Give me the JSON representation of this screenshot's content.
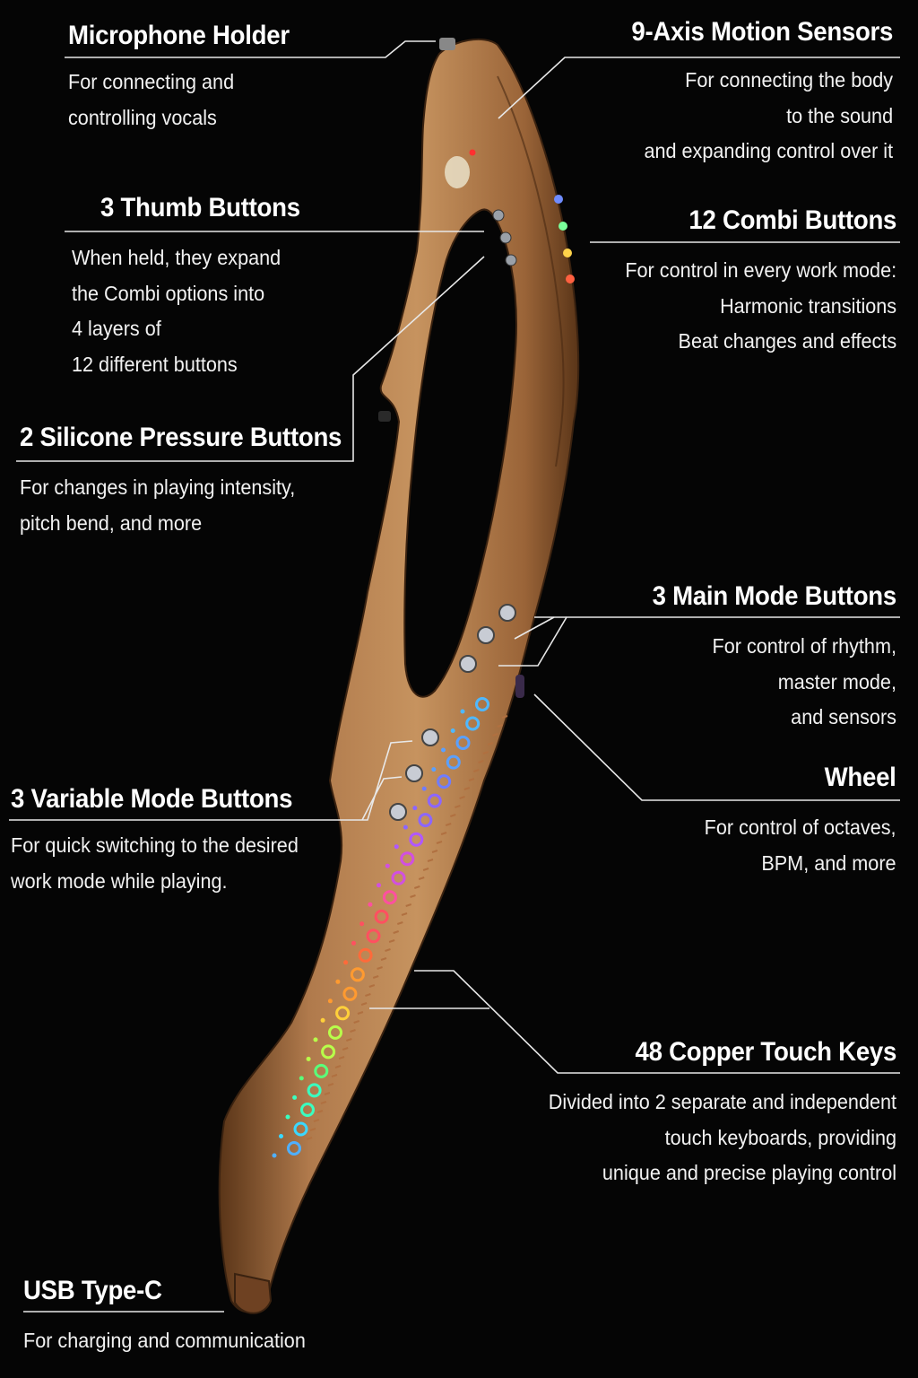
{
  "labels": {
    "microphone_holder": {
      "title": "Microphone Holder",
      "lines": [
        "For connecting and",
        "controlling vocals"
      ]
    },
    "motion_sensors": {
      "title": "9-Axis Motion Sensors",
      "lines": [
        "For connecting the body",
        "to the sound",
        "and expanding control over it"
      ]
    },
    "thumb_buttons": {
      "title": "3 Thumb Buttons",
      "lines": [
        "When held, they expand",
        "the Combi options into",
        "4 layers of",
        "12 different buttons"
      ]
    },
    "combi_buttons": {
      "title": "12 Combi Buttons",
      "lines": [
        "For control in every work mode:",
        "Harmonic transitions",
        "Beat changes and effects"
      ]
    },
    "pressure_buttons": {
      "title": "2 Silicone Pressure Buttons",
      "lines": [
        "For changes in playing intensity,",
        "pitch bend, and more"
      ]
    },
    "main_mode_buttons": {
      "title": "3 Main Mode Buttons",
      "lines": [
        "For control of rhythm,",
        "master mode,",
        "and sensors"
      ]
    },
    "wheel": {
      "title": "Wheel",
      "lines": [
        "For control of octaves,",
        "BPM, and more"
      ]
    },
    "variable_mode_buttons": {
      "title": "3 Variable Mode Buttons",
      "lines": [
        "For quick switching to the desired",
        "work mode while playing."
      ]
    },
    "copper_touch_keys": {
      "title": "48 Copper Touch Keys",
      "lines": [
        "Divided into 2 separate and independent",
        "touch keyboards, providing",
        "unique and precise playing control"
      ]
    },
    "usb_type_c": {
      "title": "USB Type-C",
      "lines": [
        "For charging and communication"
      ]
    }
  },
  "colors": {
    "background": "#050505",
    "wood_light": "#c08a5c",
    "wood_mid": "#96623a",
    "wood_dark": "#5a3518",
    "leader_line": "#e8e8e8"
  }
}
